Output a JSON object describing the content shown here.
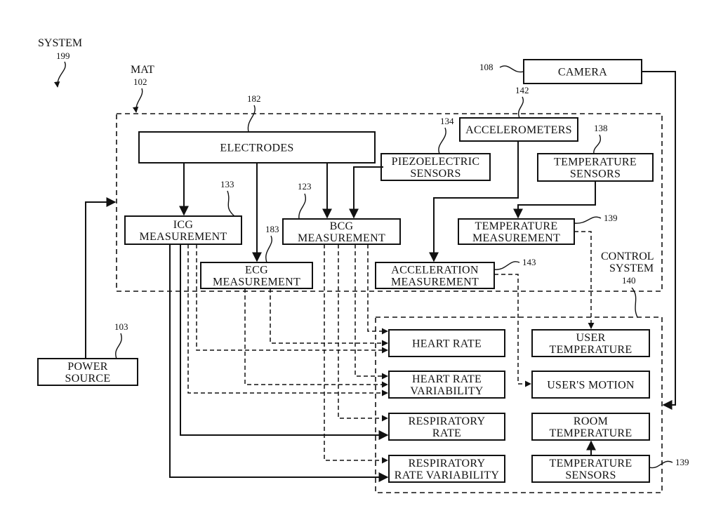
{
  "system": {
    "label": "SYSTEM",
    "ref": "199"
  },
  "mat": {
    "label": "MAT",
    "ref": "102"
  },
  "control_system": {
    "line1": "CONTROL",
    "line2": "SYSTEM",
    "ref": "140"
  },
  "blocks": {
    "camera": {
      "lines": [
        "CAMERA"
      ],
      "ref": "108"
    },
    "accelerometers": {
      "lines": [
        "ACCELEROMETERS"
      ],
      "ref": "142"
    },
    "electrodes": {
      "lines": [
        "ELECTRODES"
      ],
      "ref": "182"
    },
    "piezo": {
      "lines": [
        "PIEZOELECTRIC",
        "SENSORS"
      ],
      "ref": "134"
    },
    "temp_sensors_mat": {
      "lines": [
        "TEMPERATURE",
        "SENSORS"
      ],
      "ref": "138"
    },
    "icg": {
      "lines": [
        "ICG",
        "MEASUREMENT"
      ],
      "ref": "133"
    },
    "bcg": {
      "lines": [
        "BCG",
        "MEASUREMENT"
      ],
      "ref": "123"
    },
    "temp_meas": {
      "lines": [
        "TEMPERATURE",
        "MEASUREMENT"
      ],
      "ref": "139"
    },
    "ecg": {
      "lines": [
        "ECG",
        "MEASUREMENT"
      ],
      "ref": "183"
    },
    "accel_meas": {
      "lines": [
        "ACCELERATION",
        "MEASUREMENT"
      ],
      "ref": "143"
    },
    "power": {
      "lines": [
        "POWER",
        "SOURCE"
      ],
      "ref": "103"
    },
    "heart_rate": {
      "lines": [
        "HEART RATE"
      ]
    },
    "hrv": {
      "lines": [
        "HEART RATE",
        "VARIABILITY"
      ]
    },
    "resp_rate": {
      "lines": [
        "RESPIRATORY",
        "RATE"
      ]
    },
    "rrv": {
      "lines": [
        "RESPIRATORY",
        "RATE VARIABILITY"
      ]
    },
    "user_temp": {
      "lines": [
        "USER",
        "TEMPERATURE"
      ]
    },
    "user_motion": {
      "lines": [
        "USER'S MOTION"
      ]
    },
    "room_temp": {
      "lines": [
        "ROOM",
        "TEMPERATURE"
      ]
    },
    "temp_sensors_ctrl": {
      "lines": [
        "TEMPERATURE",
        "SENSORS"
      ],
      "ref": "139"
    }
  }
}
